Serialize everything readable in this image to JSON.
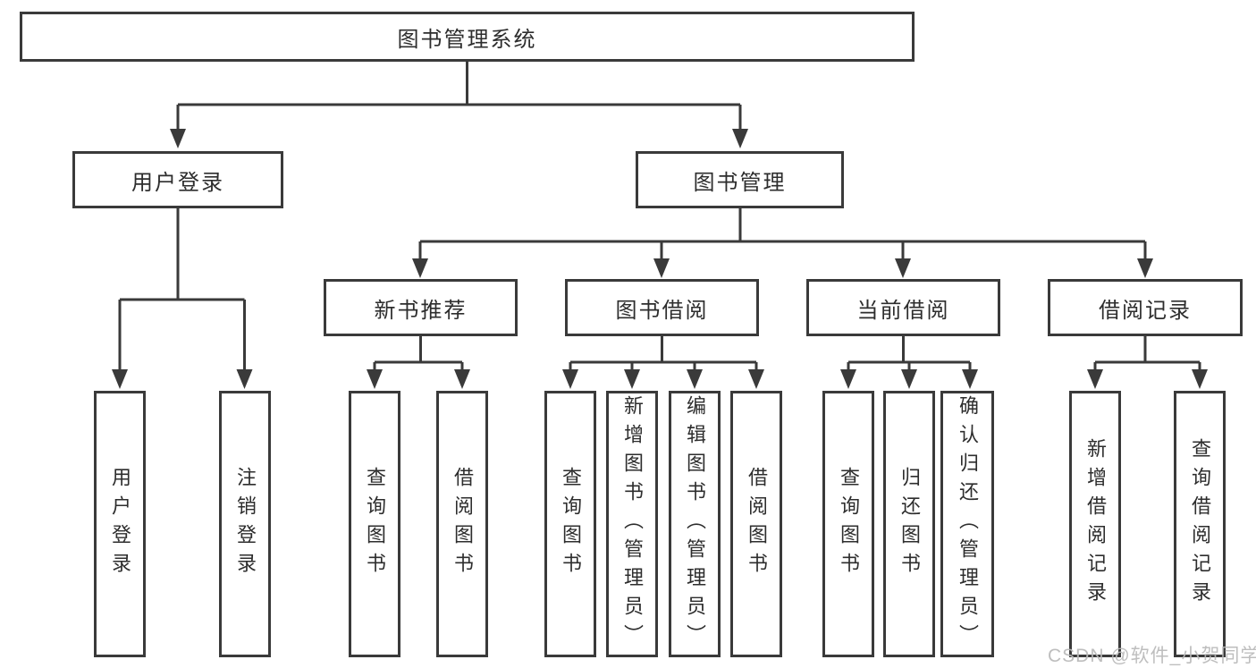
{
  "diagram_title": "图书管理系统",
  "tree": {
    "label": "图书管理系统",
    "children": [
      {
        "label": "用户登录",
        "children": [
          {
            "label": "用户登录"
          },
          {
            "label": "注销登录"
          }
        ]
      },
      {
        "label": "图书管理",
        "children": [
          {
            "label": "新书推荐",
            "children": [
              {
                "label": "查询图书"
              },
              {
                "label": "借阅图书"
              }
            ]
          },
          {
            "label": "图书借阅",
            "children": [
              {
                "label": "查询图书"
              },
              {
                "label": "新增图书（管理员）"
              },
              {
                "label": "编辑图书（管理员）"
              },
              {
                "label": "借阅图书"
              }
            ]
          },
          {
            "label": "当前借阅",
            "children": [
              {
                "label": "查询图书"
              },
              {
                "label": "归还图书"
              },
              {
                "label": "确认归还（管理员）"
              }
            ]
          },
          {
            "label": "借阅记录",
            "children": [
              {
                "label": "新增借阅记录"
              },
              {
                "label": "查询借阅记录"
              }
            ]
          }
        ]
      }
    ]
  },
  "watermark": {
    "text": "CSDN @软件_小贺同学"
  },
  "colors": {
    "line": "#3a3a3a",
    "box_border": "#3a3a3a",
    "text": "#2d2d2d",
    "background": "#ffffff",
    "watermark": "#b9b9b9"
  }
}
